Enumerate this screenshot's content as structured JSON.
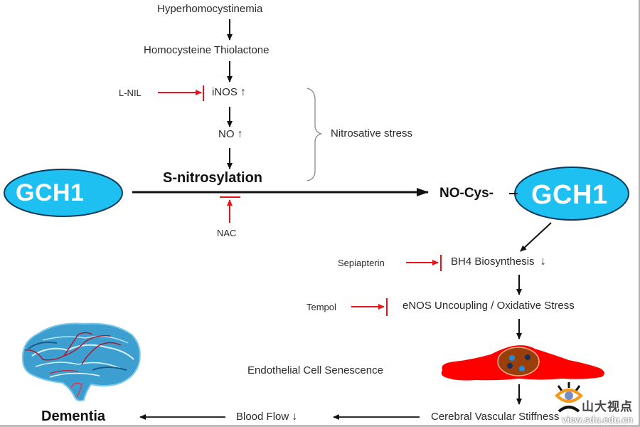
{
  "diagram": {
    "nodes": {
      "hyperhomocystinemia": "Hyperhomocystinemia",
      "homocysteine_thiolactone": "Homocysteine Thiolactone",
      "inos": "iNOS",
      "no": "NO",
      "s_nitrosylation": "S-nitrosylation",
      "nitrosative_stress": "Nitrosative stress",
      "gch1_left": "GCH1",
      "no_cys": "NO-Cys-",
      "gch1_right": "GCH1",
      "bh4": "BH4 Biosynthesis",
      "enos": "eNOS Uncoupling / Oxidative Stress",
      "senescence": "Endothelial Cell Senescence",
      "stiffness": "Cerebral Vascular Stiffness",
      "blood_flow": "Blood Flow",
      "dementia": "Dementia"
    },
    "inhibitors": {
      "l_nil": "L-NIL",
      "nac": "NAC",
      "sepiapterin": "Sepiapterin",
      "tempol": "Tempol"
    },
    "indicators": {
      "up": "↑",
      "down": "↓"
    },
    "colors": {
      "gch1_fill": "#1ec0f2",
      "inhibitor_red": "#e8141b",
      "cell_red": "#ff0000",
      "nucleus_brown": "#9a3f0c",
      "arrow_black": "#111111"
    },
    "watermark": {
      "cn": "山大视点",
      "url": "view.sdu.edu.cn"
    }
  }
}
